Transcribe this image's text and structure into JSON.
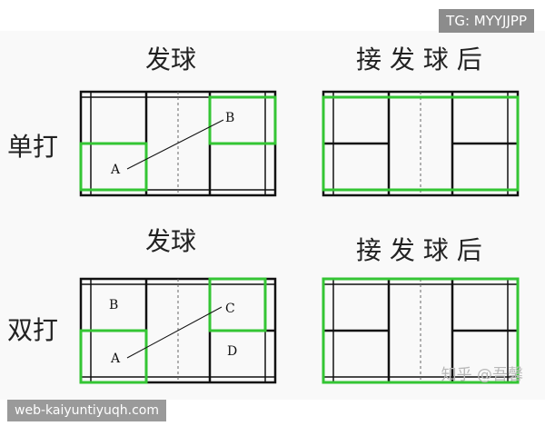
{
  "header": {
    "tag": "TG: MYYJJPP"
  },
  "footer": {
    "url": "web-kaiyuntiyuqh.com"
  },
  "watermark": "知乎 @吾馨",
  "rows": [
    {
      "label": "单打",
      "serve_title": "发球",
      "after_title": "接 发 球 后",
      "points": {
        "a": "A",
        "b": "B"
      }
    },
    {
      "label": "双打",
      "serve_title": "发球",
      "after_title": "接 发 球 后",
      "points": {
        "a": "A",
        "b": "B",
        "c": "C",
        "d": "D"
      }
    }
  ],
  "colors": {
    "zone": "#34c534",
    "line": "#111111",
    "background": "#f9f9f9"
  }
}
